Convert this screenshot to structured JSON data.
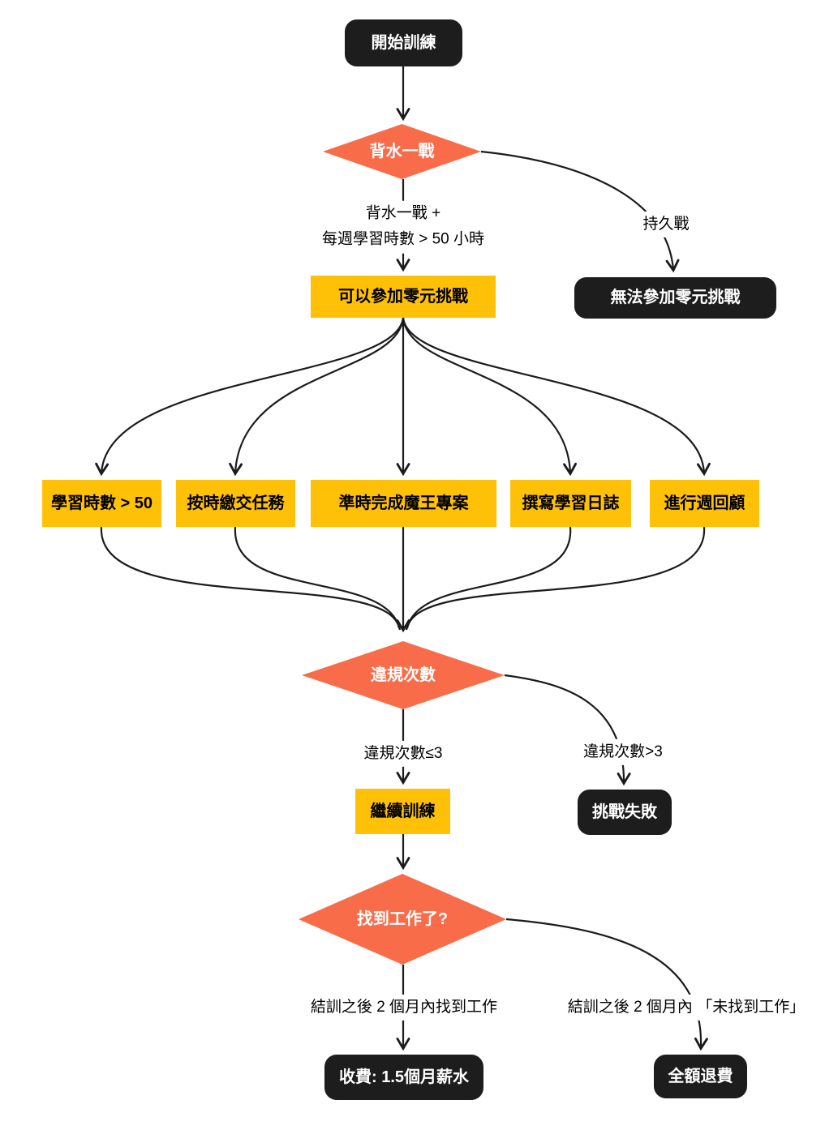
{
  "colors": {
    "background": "#ffffff",
    "node_black": "#1d1d1d",
    "node_yellow": "#ffc107",
    "diamond_orange": "#f86c49",
    "edge_stroke": "#1b1b1b",
    "text_on_dark": "#ffffff",
    "text_on_light": "#000000"
  },
  "diagram": {
    "type": "flowchart",
    "direction": "top-down",
    "nodes": {
      "start": {
        "label": "開始訓練",
        "shape": "rounded-rect",
        "fill": "#1d1d1d"
      },
      "decision_strategy": {
        "label": "背水一戰",
        "shape": "diamond",
        "fill": "#f86c49"
      },
      "can_join": {
        "label": "可以參加零元挑戰",
        "shape": "rect",
        "fill": "#ffc107"
      },
      "cannot_join": {
        "label": "無法參加零元挑戰",
        "shape": "rounded-rect",
        "fill": "#1d1d1d"
      },
      "rule_hours": {
        "label": "學習時數 > 50",
        "shape": "rect",
        "fill": "#ffc107"
      },
      "rule_tasks": {
        "label": "按時繳交任務",
        "shape": "rect",
        "fill": "#ffc107"
      },
      "rule_boss": {
        "label": "準時完成魔王專案",
        "shape": "rect",
        "fill": "#ffc107"
      },
      "rule_journal": {
        "label": "撰寫學習日誌",
        "shape": "rect",
        "fill": "#ffc107"
      },
      "rule_review": {
        "label": "進行週回顧",
        "shape": "rect",
        "fill": "#ffc107"
      },
      "decision_violations": {
        "label": "違規次數",
        "shape": "diamond",
        "fill": "#f86c49"
      },
      "continue_training": {
        "label": "繼續訓練",
        "shape": "rect",
        "fill": "#ffc107"
      },
      "challenge_failed": {
        "label": "挑戰失敗",
        "shape": "rounded-rect",
        "fill": "#1d1d1d"
      },
      "decision_job": {
        "label": "找到工作了?",
        "shape": "diamond",
        "fill": "#f86c49"
      },
      "fee": {
        "label": "收費: 1.5個月薪水",
        "shape": "rounded-rect",
        "fill": "#1d1d1d"
      },
      "refund": {
        "label": "全額退費",
        "shape": "rounded-rect",
        "fill": "#1d1d1d"
      }
    },
    "edge_labels": {
      "strategy_yes_line1": "背水一戰 +",
      "strategy_yes_line2": "每週學習時數 > 50 小時",
      "strategy_no": "持久戰",
      "violations_le3": "違規次數≤3",
      "violations_gt3": "違規次數>3",
      "job_found": "結訓之後 2 個月內找到工作",
      "job_not_found": "結訓之後 2 個月內 「未找到工作」"
    },
    "edges": [
      {
        "from": "start",
        "to": "decision_strategy",
        "label": ""
      },
      {
        "from": "decision_strategy",
        "to": "can_join",
        "label": "背水一戰 + 每週學習時數 > 50 小時"
      },
      {
        "from": "decision_strategy",
        "to": "cannot_join",
        "label": "持久戰"
      },
      {
        "from": "can_join",
        "to": "rule_hours",
        "label": ""
      },
      {
        "from": "can_join",
        "to": "rule_tasks",
        "label": ""
      },
      {
        "from": "can_join",
        "to": "rule_boss",
        "label": ""
      },
      {
        "from": "can_join",
        "to": "rule_journal",
        "label": ""
      },
      {
        "from": "can_join",
        "to": "rule_review",
        "label": ""
      },
      {
        "from": "rule_hours",
        "to": "decision_violations",
        "label": ""
      },
      {
        "from": "rule_tasks",
        "to": "decision_violations",
        "label": ""
      },
      {
        "from": "rule_boss",
        "to": "decision_violations",
        "label": ""
      },
      {
        "from": "rule_journal",
        "to": "decision_violations",
        "label": ""
      },
      {
        "from": "rule_review",
        "to": "decision_violations",
        "label": ""
      },
      {
        "from": "decision_violations",
        "to": "continue_training",
        "label": "違規次數≤3"
      },
      {
        "from": "decision_violations",
        "to": "challenge_failed",
        "label": "違規次數>3"
      },
      {
        "from": "continue_training",
        "to": "decision_job",
        "label": ""
      },
      {
        "from": "decision_job",
        "to": "fee",
        "label": "結訓之後 2 個月內找到工作"
      },
      {
        "from": "decision_job",
        "to": "refund",
        "label": "結訓之後 2 個月內 「未找到工作」"
      }
    ]
  }
}
